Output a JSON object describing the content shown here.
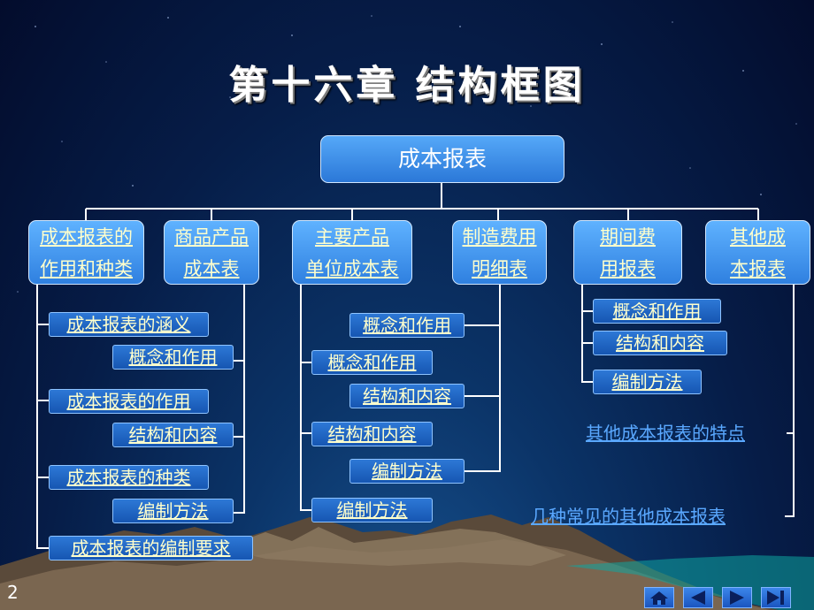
{
  "title": "第十六章 结构框图",
  "root": "成本报表",
  "level1": [
    {
      "line1": "成本报表的",
      "line2": "作用和种类"
    },
    {
      "line1": "商品产品",
      "line2": "成本表"
    },
    {
      "line1": "主要产品",
      "line2": "单位成本表"
    },
    {
      "line1": "制造费用",
      "line2": "明细表"
    },
    {
      "line1": "期间费",
      "line2": "用报表"
    },
    {
      "line1": "其他成",
      "line2": "本报表"
    }
  ],
  "items": {
    "c1_a": "成本报表的涵义",
    "c2_a": "概念和作用",
    "c1_b": "成本报表的作用",
    "c2_b": "结构和内容",
    "c1_c": "成本报表的种类",
    "c2_c": "编制方法",
    "c1_d": "成本报表的编制要求",
    "c4_a": "概念和作用",
    "c3_a": "概念和作用",
    "c4_b": "结构和内容",
    "c3_b": "结构和内容",
    "c4_c": "编制方法",
    "c3_c": "编制方法",
    "c5_a": "概念和作用",
    "c5_b": "结构和内容",
    "c5_c": "编制方法",
    "c6_a": "其他成本报表的特点",
    "c6_b": "几种常见的其他成本报表"
  },
  "page_number": "2",
  "nav_icons": [
    "home-icon",
    "prev-icon",
    "next-icon",
    "last-icon"
  ]
}
